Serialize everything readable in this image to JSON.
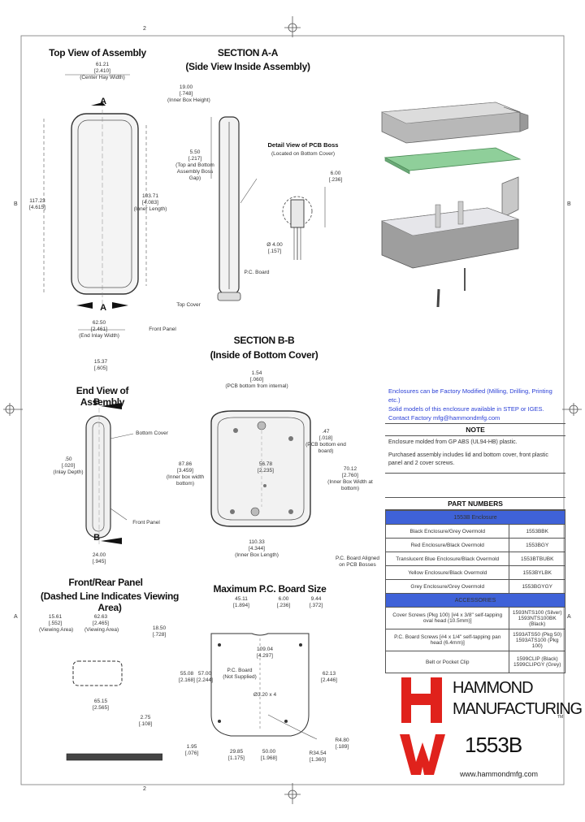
{
  "border": {
    "col_top": "2",
    "col_bottom": "2",
    "row_left_top": "B",
    "row_left_bottom": "A",
    "row_right_top": "B",
    "row_right_bottom": "A"
  },
  "views": {
    "top": {
      "title": "Top View of Assembly",
      "section_a": "A",
      "dims": [
        "61.21",
        "[2.410]",
        "(Center Hay Width)",
        "117.23",
        "[4.615]",
        "103.71",
        "[4.083]",
        "(Inner Length)",
        "62.50",
        "[2.461]",
        "(End Inlay Width)",
        "Front Panel"
      ]
    },
    "section_aa": {
      "title": "SECTION A-A",
      "subtitle": "(Side View Inside Assembly)",
      "dims": [
        "19.00",
        "[.748]",
        "(Inner Box Height)",
        "5.50",
        "[.217]",
        "(Top and Bottom Assembly Boss Gap)",
        "P.C. Board",
        "Top Cover"
      ]
    },
    "detail": {
      "title": "Detail View of PCB Boss",
      "subtitle": "(Located on Bottom Cover)",
      "dims": [
        "6.00",
        "[.236]",
        "Ø 4.00",
        "[.157]"
      ]
    },
    "end": {
      "title": "End View of Assembly",
      "section_b": "B",
      "dims": [
        "15.37",
        "[.605]",
        "Bottom Cover",
        ".50",
        "[.020]",
        "(Inlay Depth)",
        "Front Panel",
        "24.00",
        "[.945]"
      ]
    },
    "section_bb": {
      "title": "SECTION B-B",
      "subtitle": "(Inside of Bottom Cover)",
      "dims": [
        "1.54",
        "[.060]",
        "(PCB bottom from internal)",
        "87.86",
        "[3.459]",
        "(Inner box width bottom)",
        "56.78",
        "[2.235]",
        ".47",
        "[.018]",
        "(PCB bottom end board)",
        "70.12",
        "[2.760]",
        "(Inner Box Width at bottom)",
        "110.33",
        "[4.344]",
        "(Inner Box Length)",
        "P.C. Board Aligned on PCB Bosses"
      ]
    },
    "front_panel": {
      "title": "Front/Rear Panel",
      "subtitle": "(Dashed Line Indicates Viewing Area)",
      "dims": [
        "15.61",
        "[.552]",
        "(Viewing Area)",
        "62.63",
        "[2.465]",
        "(Viewing Area)",
        "18.50",
        "[.728]",
        "65.15",
        "[2.565]",
        "2.75",
        "[.108]"
      ]
    },
    "max_pcb": {
      "title": "Maximum P.C. Board Size",
      "dims": [
        "45.11",
        "[1.894]",
        "6.00",
        "[.236]",
        "9.44",
        "[.372]",
        "109.04",
        "[4.297]",
        "P.C. Board",
        "(Not Supplied)",
        "55.08",
        "[2.168]",
        "57.00",
        "[2.244]",
        "62.13",
        "[2.446]",
        "Ø3.20 x 4",
        "1.95",
        "[.076]",
        "29.85",
        "[1.175]",
        "50.00",
        "[1.968]",
        "R4.80",
        "[.189]",
        "R34.54",
        "[1.360]"
      ]
    }
  },
  "notes": {
    "lines": [
      "Enclosures can be Factory Modified (Milling, Drilling, Printing etc.)",
      "Solid models of this enclosure available in STEP or IGES.",
      "Contact Factory     mfg@hammondmfg.com"
    ],
    "note_title": "NOTE",
    "note_body": [
      "Enclosure molded from GP ABS (UL94-HB) plastic.",
      "Purchased assembly includes lid and bottom cover, front plastic panel and 2 cover screws."
    ]
  },
  "part_numbers": {
    "title": "PART NUMBERS",
    "header": "1553B Enclosure",
    "rows": [
      [
        "Black Enclosure/Grey Overmold",
        "1553BBK"
      ],
      [
        "Red Enclosure/Black Overmold",
        "1553BGY"
      ],
      [
        "Translucent Blue Enclosure/Black Overmold",
        "1553BTBUBK"
      ],
      [
        "Yellow Enclosure/Black Overmold",
        "1553BYLBK"
      ],
      [
        "Grey Enclosure/Grey Overmold",
        "1553BGYGY"
      ]
    ],
    "acc_header": "ACCESSORIES",
    "acc_rows": [
      [
        "Cover Screws (Pkg 100) [#4 x 3/8\" self-tapping oval head (10.5mm)]",
        "1593NTS100 (Silver)\n1593NTS100BK (Black)"
      ],
      [
        "P.C. Board Screws [#4 x 1/4\" self-tapping pan head (6.4mm)]",
        "1593ATS50 (Pkg 50)\n1593ATS100 (Pkg 100)"
      ],
      [
        "Belt or Pocket Clip",
        "1599CLIP (Black)\n1599CLIPGY (Grey)"
      ]
    ]
  },
  "brand": {
    "name1": "HAMMOND",
    "name2": "MANUFACTURING",
    "tm": "TM",
    "model": "1553B",
    "url": "www.hammondmfg.com"
  },
  "colors": {
    "accent": "#3f62d8",
    "logo": "#e0221c",
    "link": "#2a3fd6"
  }
}
